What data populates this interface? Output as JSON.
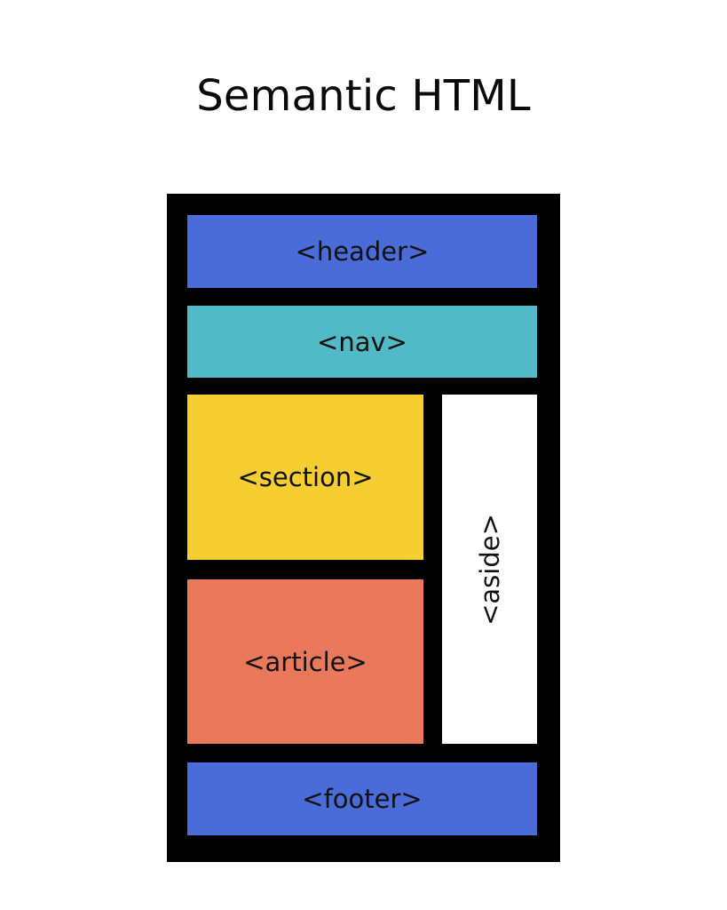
{
  "title": "Semantic HTML",
  "layout": {
    "header": {
      "label": "<header>",
      "color": "#4a6cd8"
    },
    "nav": {
      "label": "<nav>",
      "color": "#52bac6"
    },
    "section": {
      "label": "<section>",
      "color": "#f7ce32"
    },
    "article": {
      "label": "<article>",
      "color": "#ea785b"
    },
    "aside": {
      "label": "<aside>",
      "color": "#ffffff",
      "orientation": "vertical"
    },
    "footer": {
      "label": "<footer>",
      "color": "#4a6cd8"
    },
    "frame_color": "#000000"
  }
}
